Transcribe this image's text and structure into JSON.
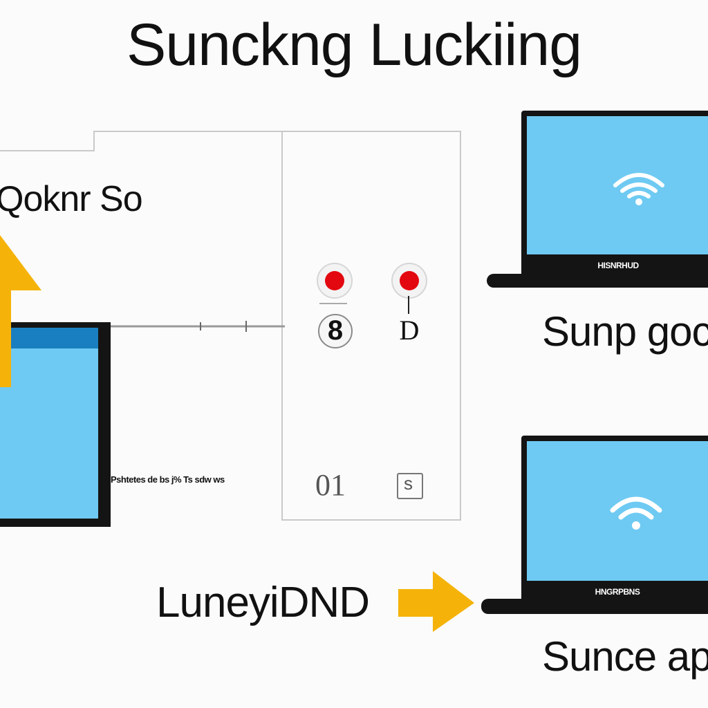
{
  "title": "Sunckng Luckiing",
  "panel": {
    "label": "Qoknr So",
    "buttons": [
      {
        "icon": "record-icon"
      },
      {
        "icon": "record-icon"
      }
    ],
    "glyph_left": "8",
    "glyph_right": "D",
    "footer_text": "Pshtetes de bs j% Ts sdw ws",
    "footer_glyph_left": "01",
    "footer_glyph_right": "s"
  },
  "laptops": [
    {
      "brand": "HISNRHUD",
      "caption": "Sunp goc",
      "icon": "wifi-icon"
    },
    {
      "brand": "HNGRPBNS",
      "caption": "Sunce ap",
      "icon": "wifi-icon"
    }
  ],
  "bottom_label": "LuneyiDND",
  "colors": {
    "screen": "#6ecaf2",
    "screen_header": "#1a7fc0",
    "arrow": "#f5b30a",
    "record": "#e3070f",
    "device": "#141414"
  }
}
